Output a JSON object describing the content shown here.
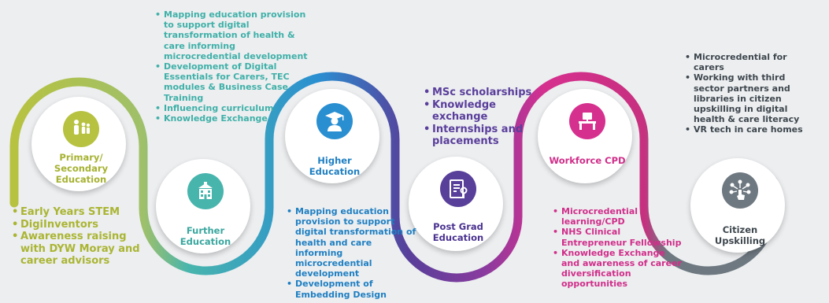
{
  "colors": {
    "primary": "#b7c240",
    "further": "#48b5ad",
    "higher": "#2a8fd1",
    "postgrad": "#583f9a",
    "workforce": "#d6308f",
    "citizen": "#6e7880",
    "background": "#eceef0"
  },
  "stages": [
    {
      "id": "primary",
      "label": "Primary/ Secondary Education",
      "icon": "family-icon"
    },
    {
      "id": "further",
      "label": "Further Education",
      "icon": "college-building-icon"
    },
    {
      "id": "higher",
      "label": "Higher Education",
      "icon": "graduate-icon"
    },
    {
      "id": "postgrad",
      "label": "Post Grad Education",
      "icon": "certificate-icon"
    },
    {
      "id": "workforce",
      "label": "Workforce CPD",
      "icon": "desk-icon"
    },
    {
      "id": "citizen",
      "label": "Citizen Upskilling",
      "icon": "touch-network-icon"
    }
  ],
  "bullets": {
    "primary": [
      "Early Years STEM",
      "DigiInventors",
      "Awareness raising with DYW Moray and career advisors"
    ],
    "further": [
      "Mapping education provision to support digital transformation of health & care informing microcredential development",
      "Development of Digital Essentials for Carers, TEC modules & Business Case Training",
      "Influencing curriculum",
      "Knowledge Exchange"
    ],
    "higher": [
      "Mapping education provision to support digital transformation of health and care informing microcredential development",
      "Development of Embedding Design"
    ],
    "postgrad": [
      "MSc scholarships",
      "Knowledge exchange",
      "Internships and placements"
    ],
    "workforce": [
      "Microcredential learning/CPD",
      "NHS Clinical Entrepreneur Fellowship",
      "Knowledge Exchange and awareness of career diversification opportunities"
    ],
    "citizen": [
      "Microcredential for carers",
      "Working with third sector partners and libraries in citizen upskilling in digital health & care literacy",
      "VR tech in care homes"
    ]
  }
}
